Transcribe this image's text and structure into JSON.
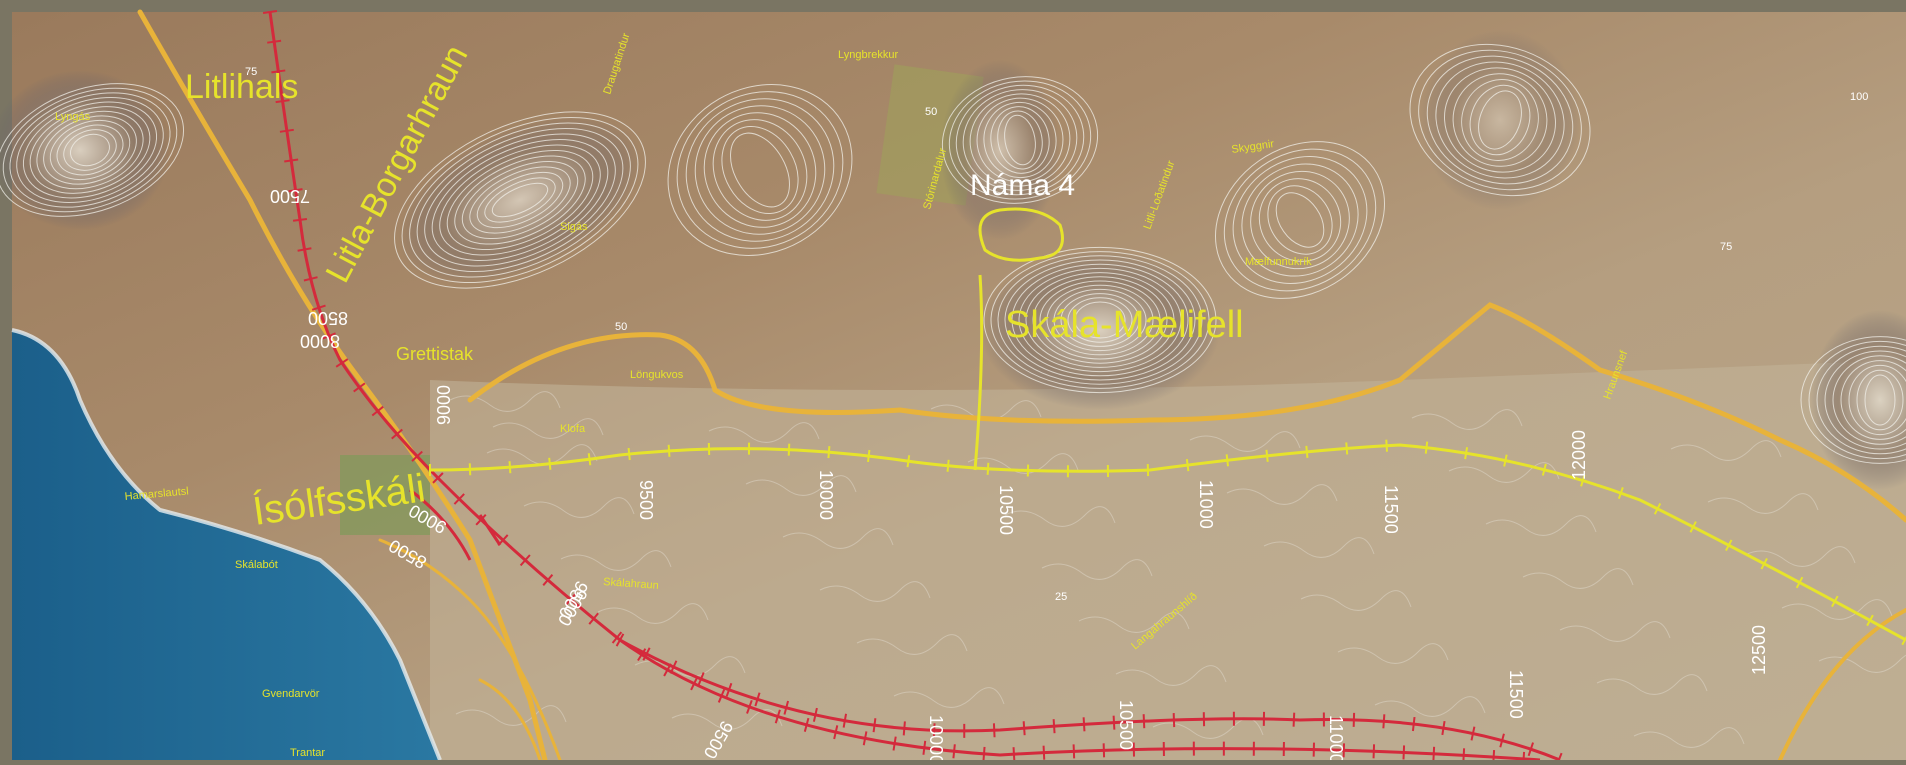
{
  "map": {
    "places": [
      {
        "id": "litlihals",
        "text": "Litlihals",
        "kind": "major"
      },
      {
        "id": "litla-borgarhraun",
        "text": "Litla-Borgarhraun",
        "kind": "major"
      },
      {
        "id": "isolfsskali",
        "text": "Ísólfsskáli",
        "kind": "major"
      },
      {
        "id": "skala-maelifell",
        "text": "Skála-Mælifell",
        "kind": "major"
      },
      {
        "id": "nama-4",
        "text": "Náma 4",
        "kind": "highlight"
      },
      {
        "id": "grettistak",
        "text": "Grettistak",
        "kind": "medium"
      },
      {
        "id": "skalabot",
        "text": "Skálabót",
        "kind": "minor"
      },
      {
        "id": "gvendarvor",
        "text": "Gvendarvör",
        "kind": "minor"
      },
      {
        "id": "trantar",
        "text": "Trantar",
        "kind": "minor"
      },
      {
        "id": "lyngbrekkur",
        "text": "Lyngbrekkur",
        "kind": "minor"
      },
      {
        "id": "skyggnir",
        "text": "Skyggnir",
        "kind": "minor"
      },
      {
        "id": "malfunnukrikur",
        "text": "Mælfunnukrík",
        "kind": "minor"
      },
      {
        "id": "skalahraun",
        "text": "Skálahraun",
        "kind": "minor"
      },
      {
        "id": "langahraunshlid",
        "text": "Langahraunshlíð",
        "kind": "minor"
      },
      {
        "id": "longukvos",
        "text": "Löngukvos",
        "kind": "minor"
      },
      {
        "id": "klofa",
        "text": "Klofa",
        "kind": "minor"
      },
      {
        "id": "stoninardalur",
        "text": "Stórinardalur",
        "kind": "minor"
      },
      {
        "id": "litli-lodatindur",
        "text": "Litli-Loðatindur",
        "kind": "minor"
      },
      {
        "id": "draugatindur",
        "text": "Draugatindur",
        "kind": "minor"
      },
      {
        "id": "lyngas",
        "text": "Lyngás",
        "kind": "minor"
      },
      {
        "id": "hamarslautsl",
        "text": "Hamarslautsl",
        "kind": "minor"
      },
      {
        "id": "sigas",
        "text": "Sigás",
        "kind": "minor"
      },
      {
        "id": "hraunsnef",
        "text": "Hraunsnef",
        "kind": "minor"
      }
    ],
    "chainage": {
      "red_upper": [
        "7500",
        "8000",
        "8500",
        "9000",
        "9500"
      ],
      "red_lower": [
        "8500",
        "9000",
        "9500",
        "10000",
        "10500",
        "11000",
        "11500"
      ],
      "yellow": [
        "9000",
        "9500",
        "10000",
        "10500",
        "11000",
        "11500",
        "12000",
        "12500"
      ]
    },
    "contour_labels": [
      "25",
      "50",
      "75",
      "100"
    ],
    "colors": {
      "road": "#e8b33a",
      "red_alignment": "#d42a3c",
      "yellow_alignment": "#e6e32b",
      "sea": "#1f6a96",
      "frame": "#7a7563"
    }
  }
}
